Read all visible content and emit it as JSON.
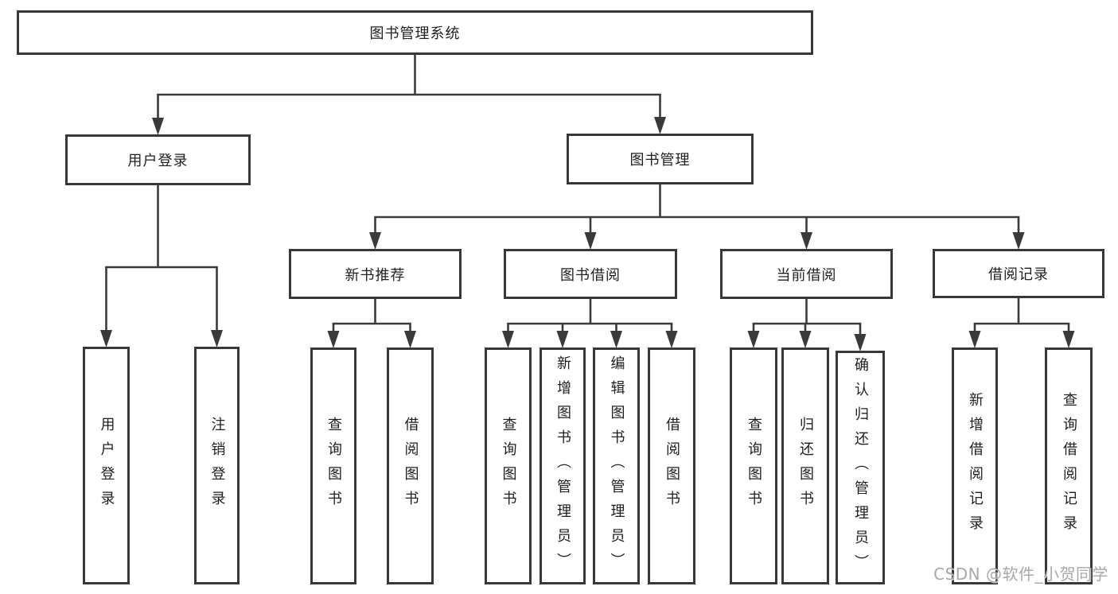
{
  "diagram": {
    "title": "图书管理系统",
    "watermark": "CSDN @软件_小贺同学",
    "colors": {
      "line": "#3a3a3a",
      "box_border": "#383838",
      "text": "#1f1f1f",
      "background": "#ffffff",
      "watermark": "#a2a2ac"
    },
    "nodes": [
      {
        "id": "root-system",
        "label": "图书管理系统",
        "parent": null,
        "orientation": "horizontal"
      },
      {
        "id": "user-login",
        "label": "用户登录",
        "parent": "root-system",
        "orientation": "horizontal"
      },
      {
        "id": "book-management",
        "label": "图书管理",
        "parent": "root-system",
        "orientation": "horizontal"
      },
      {
        "id": "new-book-recommend",
        "label": "新书推荐",
        "parent": "book-management",
        "orientation": "horizontal"
      },
      {
        "id": "book-borrowing",
        "label": "图书借阅",
        "parent": "book-management",
        "orientation": "horizontal"
      },
      {
        "id": "current-borrowing",
        "label": "当前借阅",
        "parent": "book-management",
        "orientation": "horizontal"
      },
      {
        "id": "borrowing-records",
        "label": "借阅记录",
        "parent": "book-management",
        "orientation": "horizontal"
      },
      {
        "id": "login",
        "label": "用户登录",
        "parent": "user-login",
        "orientation": "vertical"
      },
      {
        "id": "logout",
        "label": "注销登录",
        "parent": "user-login",
        "orientation": "vertical"
      },
      {
        "id": "recommend-query-books",
        "label": "查询图书",
        "parent": "new-book-recommend",
        "orientation": "vertical"
      },
      {
        "id": "recommend-borrow-books",
        "label": "借阅图书",
        "parent": "new-book-recommend",
        "orientation": "vertical"
      },
      {
        "id": "borrowing-query-books",
        "label": "查询图书",
        "parent": "book-borrowing",
        "orientation": "vertical"
      },
      {
        "id": "borrowing-add-books-admin",
        "label": "新增图书（管理员）",
        "parent": "book-borrowing",
        "orientation": "vertical"
      },
      {
        "id": "borrowing-edit-books-admin",
        "label": "编辑图书（管理员）",
        "parent": "book-borrowing",
        "orientation": "vertical"
      },
      {
        "id": "borrowing-borrow-books",
        "label": "借阅图书",
        "parent": "book-borrowing",
        "orientation": "vertical"
      },
      {
        "id": "current-query-books",
        "label": "查询图书",
        "parent": "current-borrowing",
        "orientation": "vertical"
      },
      {
        "id": "current-return-books",
        "label": "归还图书",
        "parent": "current-borrowing",
        "orientation": "vertical"
      },
      {
        "id": "current-confirm-return-admin",
        "label": "确认归还（管理员）",
        "parent": "current-borrowing",
        "orientation": "vertical"
      },
      {
        "id": "records-add-record",
        "label": "新增借阅记录",
        "parent": "borrowing-records",
        "orientation": "vertical"
      },
      {
        "id": "records-query-record",
        "label": "查询借阅记录",
        "parent": "borrowing-records",
        "orientation": "vertical"
      }
    ]
  }
}
